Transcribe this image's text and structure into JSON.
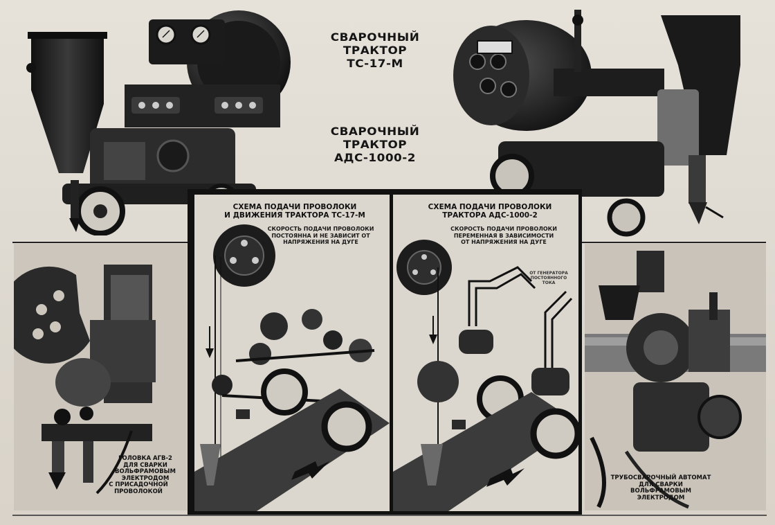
{
  "titles": {
    "ts17m": [
      "СВАРОЧНЫЙ",
      "ТРАКТОР",
      "ТС-17-М"
    ],
    "ads1000": [
      "СВАРОЧНЫЙ",
      "ТРАКТОР",
      "АДС-1000-2"
    ]
  },
  "panel_left": {
    "title": [
      "СХЕМА ПОДАЧИ ПРОВОЛОКИ",
      "И ДВИЖЕНИЯ ТРАКТОРА ТС-17-М"
    ],
    "note": [
      "СКОРОСТЬ ПОДАЧИ ПРОВОЛОКИ",
      "ПОСТОЯННА И НЕ ЗАВИСИТ ОТ",
      "НАПРЯЖЕНИЯ НА ДУГЕ"
    ]
  },
  "panel_right": {
    "title": [
      "СХЕМА ПОДАЧИ ПРОВОЛОКИ",
      "ТРАКТОРА АДС-1000-2"
    ],
    "note": [
      "СКОРОСТЬ ПОДАЧИ ПРОВОЛОКИ",
      "ПЕРЕМЕННАЯ В ЗАВИСИМОСТИ",
      "ОТ НАПРЯЖЕНИЯ НА ДУГЕ"
    ],
    "generator_label": [
      "ОТ ГЕНЕРАТОРА",
      "ПОСТОЯННОГО",
      "ТОКА"
    ]
  },
  "captions": {
    "agv2": [
      "ГОЛОВКА АГВ-2",
      "ДЛЯ СВАРКИ",
      "ВОЛЬФРАМОВЫМ",
      "ЭЛЕКТРОДОМ",
      "С ПРИСАДОЧНОЙ ПРОВОЛОКОЙ"
    ],
    "pipe": [
      "ТРУБОСВАРОЧНЫЙ АВТОМАТ",
      "ДЛЯ СВАРКИ ВОЛЬФРАМОВЫМ",
      "ЭЛЕКТРОДОМ"
    ]
  },
  "colors": {
    "paper": "#e2ddd4",
    "ink": "#111111",
    "machine_dark": "#1c1c1c",
    "machine_mid": "#4a4a4a",
    "panel_border": "#1a1a1a"
  }
}
